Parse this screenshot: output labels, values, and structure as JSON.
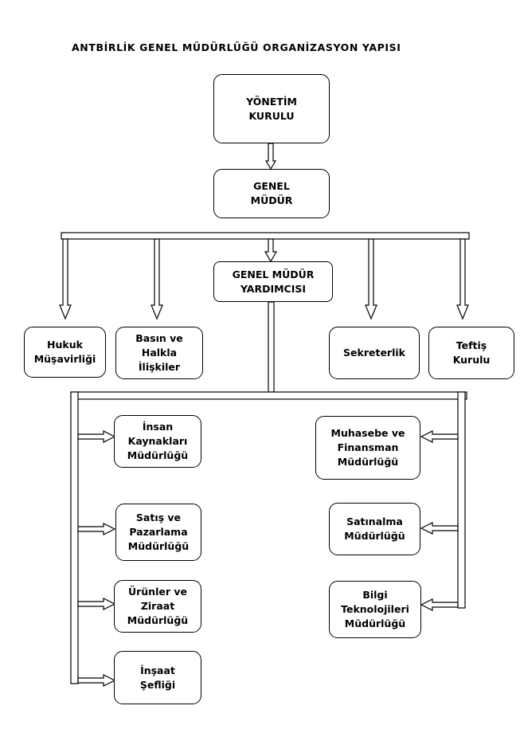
{
  "title": "ANTBİRLİK GENEL MÜDÜRLÜĞÜ ORGANİZASYON YAPISI",
  "top": {
    "board": [
      "YÖNETİM",
      "KURULU"
    ],
    "general_manager": [
      "GENEL",
      "MÜDÜR"
    ],
    "deputy": [
      "GENEL MÜDÜR",
      "YARDIMCISI"
    ]
  },
  "staff_units": {
    "legal": [
      "Hukuk",
      "Müşavirliği"
    ],
    "press": [
      "Basın ve",
      "Halkla",
      "İlişkiler"
    ],
    "secretary": [
      "Sekreterlik"
    ],
    "inspection": [
      "Teftiş",
      "Kurulu"
    ]
  },
  "left_departments": {
    "hr": [
      "İnsan",
      "Kaynakları",
      "Müdürlüğü"
    ],
    "sales": [
      "Satış ve",
      "Pazarlama",
      "Müdürlüğü"
    ],
    "products": [
      "Ürünler ve",
      "Ziraat",
      "Müdürlüğü"
    ],
    "construction": [
      "İnşaat",
      "Şefliği"
    ]
  },
  "right_departments": {
    "finance": [
      "Muhasebe ve",
      "Finansman",
      "Müdürlüğü"
    ],
    "purchasing": [
      "Satınalma",
      "Müdürlüğü"
    ],
    "it": [
      "Bilgi",
      "Teknolojileri",
      "Müdürlüğü"
    ]
  }
}
